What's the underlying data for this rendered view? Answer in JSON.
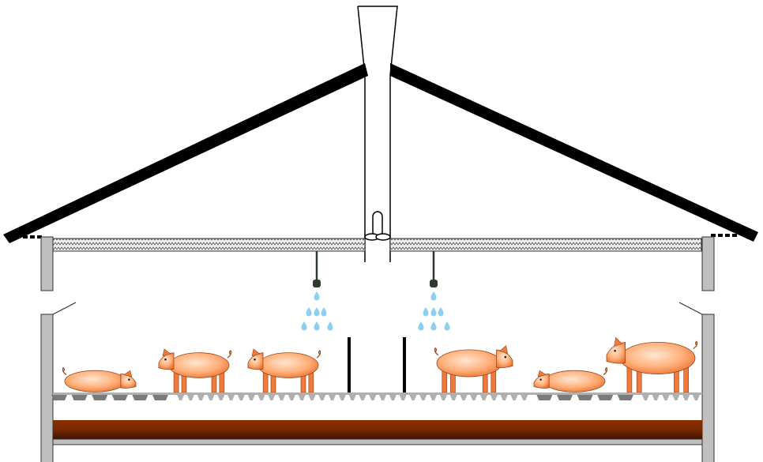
{
  "diagram": {
    "subject": "pig-barn-cross-section",
    "colors": {
      "roof": "#000000",
      "wall": "#bfbfbf",
      "insulation": "#d9d9d9",
      "manure_top": "#8b2e00",
      "manure_bottom": "#3d1400",
      "water": "#8ecff0",
      "pig_light": "#ffe0c8",
      "pig_dark": "#f07a3a",
      "slat_dark": "#7a7a7a",
      "slat_light": "#b0b0b0"
    },
    "sprinkler_count": 2,
    "pen_divider_count": 2,
    "pigs": [
      {
        "pose": "lying",
        "facing": "right"
      },
      {
        "pose": "standing",
        "facing": "left"
      },
      {
        "pose": "standing",
        "facing": "left"
      },
      {
        "pose": "standing",
        "facing": "right"
      },
      {
        "pose": "lying",
        "facing": "left"
      },
      {
        "pose": "standing",
        "facing": "left"
      }
    ]
  }
}
